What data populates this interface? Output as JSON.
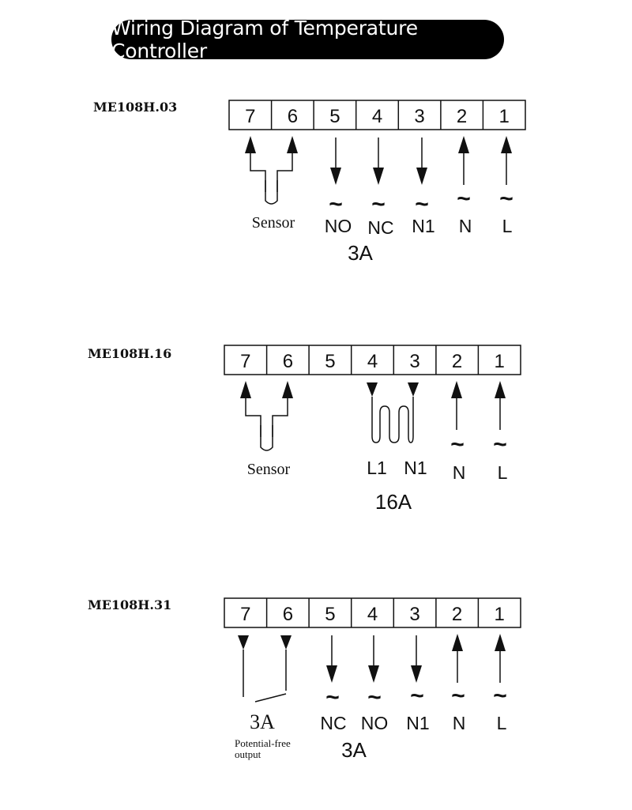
{
  "title": "Wiring Diagram of Temperature Controller",
  "colors": {
    "title_bg": "#000000",
    "title_text": "#ffffff",
    "ink": "#111111"
  },
  "diagram1": {
    "model": "ME108H.03",
    "terminals": [
      "7",
      "6",
      "5",
      "4",
      "3",
      "2",
      "1"
    ],
    "tilde": "~",
    "sensor": "Sensor",
    "no": "NO",
    "nc": "NC",
    "n1": "N1",
    "n": "N",
    "l": "L",
    "rating": "3A"
  },
  "diagram2": {
    "model": "ME108H.16",
    "terminals": [
      "7",
      "6",
      "5",
      "4",
      "3",
      "2",
      "1"
    ],
    "tilde": "~",
    "sensor": "Sensor",
    "l1": "L1",
    "n1": "N1",
    "n": "N",
    "l": "L",
    "rating": "16A"
  },
  "diagram3": {
    "model": "ME108H.31",
    "terminals": [
      "7",
      "6",
      "5",
      "4",
      "3",
      "2",
      "1"
    ],
    "tilde": "~",
    "contact_rating": "3A",
    "output_line1": "Potential-free",
    "output_line2": "output",
    "nc": "NC",
    "no": "NO",
    "n1": "N1",
    "n": "N",
    "l": "L",
    "rating": "3A"
  }
}
